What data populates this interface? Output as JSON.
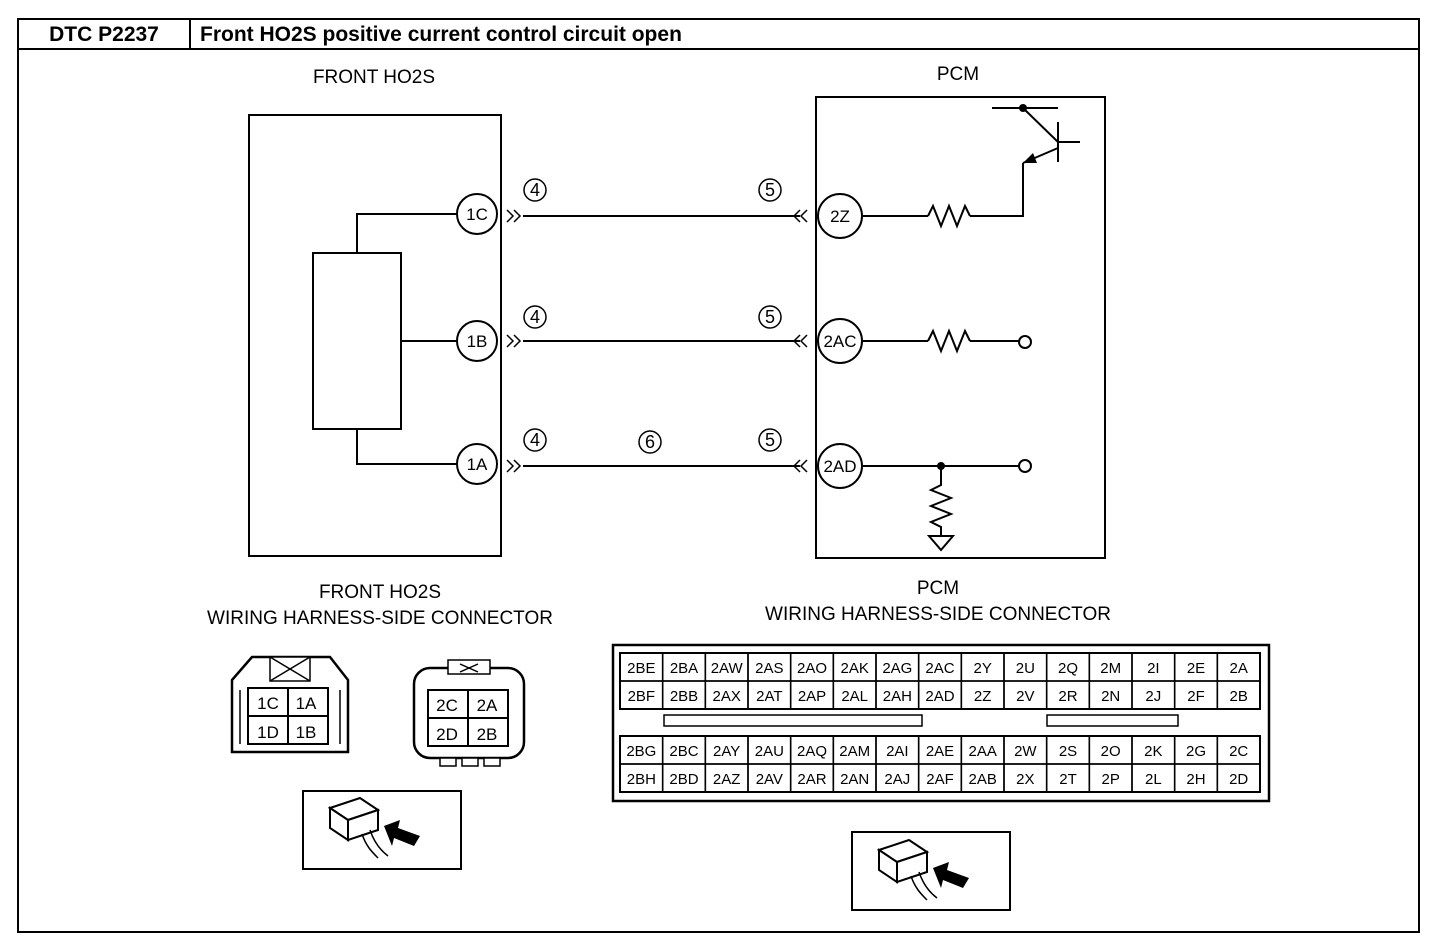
{
  "header": {
    "dtc_code": "DTC P2237",
    "dtc_title": "Front HO2S positive current control circuit open"
  },
  "sensor": {
    "title": "FRONT HO2S",
    "terminals": [
      "1C",
      "1B",
      "1A"
    ]
  },
  "pcm": {
    "title": "PCM",
    "terminals": [
      "2Z",
      "2AC",
      "2AD"
    ]
  },
  "wires": {
    "sensor_side_marker": "4",
    "pcm_side_marker": "5",
    "mid_marker": "6"
  },
  "ho2s_connector": {
    "caption_line1": "FRONT HO2S",
    "caption_line2": "WIRING HARNESS-SIDE CONNECTOR",
    "male_cells": [
      [
        "1C",
        "1A"
      ],
      [
        "1D",
        "1B"
      ]
    ],
    "female_cells": [
      [
        "2C",
        "2A"
      ],
      [
        "2D",
        "2B"
      ]
    ]
  },
  "pcm_connector": {
    "caption_line1": "PCM",
    "caption_line2": "WIRING HARNESS-SIDE CONNECTOR",
    "top_rows": [
      [
        "2BE",
        "2BA",
        "2AW",
        "2AS",
        "2AO",
        "2AK",
        "2AG",
        "2AC",
        "2Y",
        "2U",
        "2Q",
        "2M",
        "2I",
        "2E",
        "2A"
      ],
      [
        "2BF",
        "2BB",
        "2AX",
        "2AT",
        "2AP",
        "2AL",
        "2AH",
        "2AD",
        "2Z",
        "2V",
        "2R",
        "2N",
        "2J",
        "2F",
        "2B"
      ]
    ],
    "bottom_rows": [
      [
        "2BG",
        "2BC",
        "2AY",
        "2AU",
        "2AQ",
        "2AM",
        "2AI",
        "2AE",
        "2AA",
        "2W",
        "2S",
        "2O",
        "2K",
        "2G",
        "2C"
      ],
      [
        "2BH",
        "2BD",
        "2AZ",
        "2AV",
        "2AR",
        "2AN",
        "2AJ",
        "2AF",
        "2AB",
        "2X",
        "2T",
        "2P",
        "2L",
        "2H",
        "2D"
      ]
    ]
  }
}
